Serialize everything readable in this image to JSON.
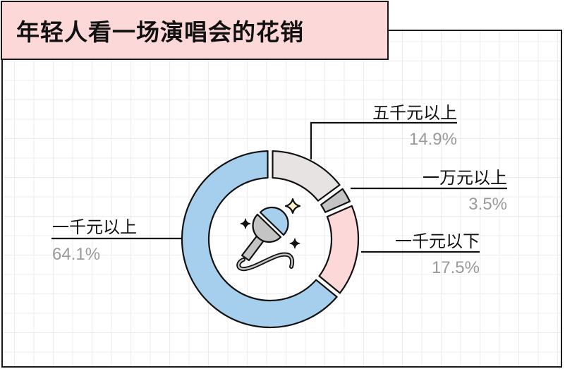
{
  "title": "年轻人看一场演唱会的花销",
  "colors": {
    "title_bg": "#fdd8d8",
    "blue": "#a6cfee",
    "light_gray": "#e6e3e2",
    "dark_gray": "#c4c4c4",
    "pink": "#fdd8d8",
    "pct_text": "#9a9a9a"
  },
  "center_icon": "microphone-icon",
  "chart_data": {
    "type": "pie",
    "subtype": "donut",
    "title": "年轻人看一场演唱会的花销",
    "categories": [
      "五千元以上",
      "一万元以上",
      "一千元以下",
      "一千元以上"
    ],
    "values": [
      14.9,
      3.5,
      17.5,
      64.1
    ],
    "unit": "%",
    "colors": [
      "#e6e3e2",
      "#c4c4c4",
      "#fdd8d8",
      "#a6cfee"
    ],
    "start_angle": "12 o'clock, clockwise"
  },
  "labels": {
    "wuqian": {
      "name": "五千元以上",
      "pct": "14.9%"
    },
    "yiwan": {
      "name": "一万元以上",
      "pct": "3.5%"
    },
    "yiqian_below": {
      "name": "一千元以下",
      "pct": "17.5%"
    },
    "yiqian_above": {
      "name": "一千元以上",
      "pct": "64.1%"
    }
  }
}
